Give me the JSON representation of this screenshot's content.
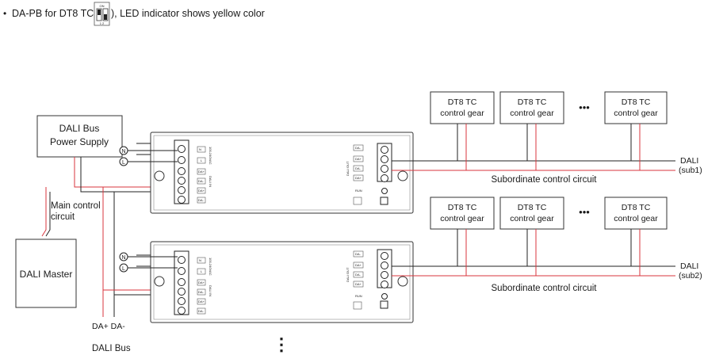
{
  "header": {
    "bullet": "•",
    "text_before": "DA-PB for DT8 TC(",
    "switch_label": "ON",
    "switch_positions": "1  2",
    "text_after": "), LED indicator shows yellow color"
  },
  "power_supply": {
    "line1": "DALI Bus",
    "line2": "Power Supply"
  },
  "master": {
    "label": "DALI Master"
  },
  "main_circuit": {
    "line1": "Main control",
    "line2": "circuit"
  },
  "bus": {
    "terminals": "DA+ DA-",
    "label": "DALI Bus",
    "more": "⋮"
  },
  "ac_symbols": {
    "neutral": "N",
    "live": "L"
  },
  "driver": {
    "in_terminals": [
      "N",
      "L",
      "DA+",
      "DA-",
      "DA+",
      "DA-"
    ],
    "out_terminals": [
      "DA-",
      "DA+",
      "DA-",
      "DA+"
    ],
    "in_label": "DALI IN",
    "out_label": "DALI OUT",
    "rating_label": "100-240VAC",
    "button_label": "RUN"
  },
  "gear": {
    "line1": "DT8 TC",
    "line2": "control gear",
    "ellipsis": "•••"
  },
  "subordinate": {
    "label": "Subordinate control circuit"
  },
  "lines": {
    "dali": "DALI",
    "sub1": "(sub1)",
    "sub2": "(sub2)"
  },
  "colors": {
    "red_wire": "#d9363e",
    "black_wire": "#222222",
    "gray_wire": "#9a9a9a"
  }
}
